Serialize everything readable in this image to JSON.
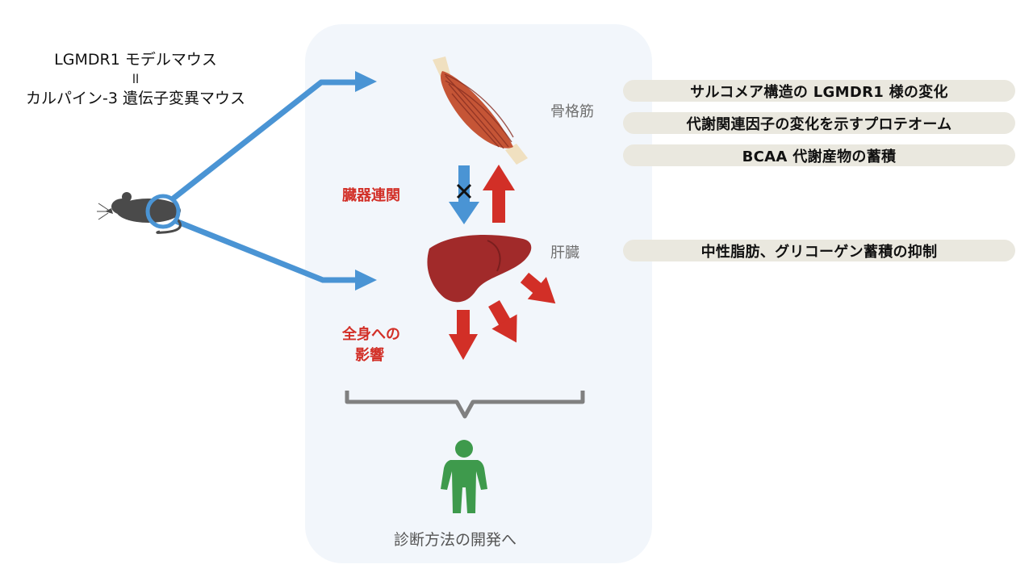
{
  "mouse_label": {
    "line1": "LGMDR1 モデルマウス",
    "line2": "ll",
    "line3": "カルパイン-3 遺伝子変異マウス"
  },
  "organs": {
    "muscle_label": "骨格筋",
    "liver_label": "肝臓"
  },
  "annotations": {
    "interorgan": "臓器連関",
    "systemic_line1": "全身への",
    "systemic_line2": "影響"
  },
  "muscle_findings": [
    "サルコメア構造の LGMDR1 様の変化",
    "代謝関連因子の変化を示すプロテオーム",
    "BCAA 代謝産物の蓄積"
  ],
  "liver_findings": [
    "中性脂肪、グリコーゲン蓄積の抑制"
  ],
  "outcome": "診断方法の開発へ",
  "colors": {
    "blue_arrow": "#4a94d4",
    "red_arrow": "#d22f27",
    "liver": "#a12a2a",
    "muscle": "#c55536",
    "person": "#3e9a4c",
    "pill_bg": "#eae8df",
    "panel_bg": "#f2f6fb"
  }
}
